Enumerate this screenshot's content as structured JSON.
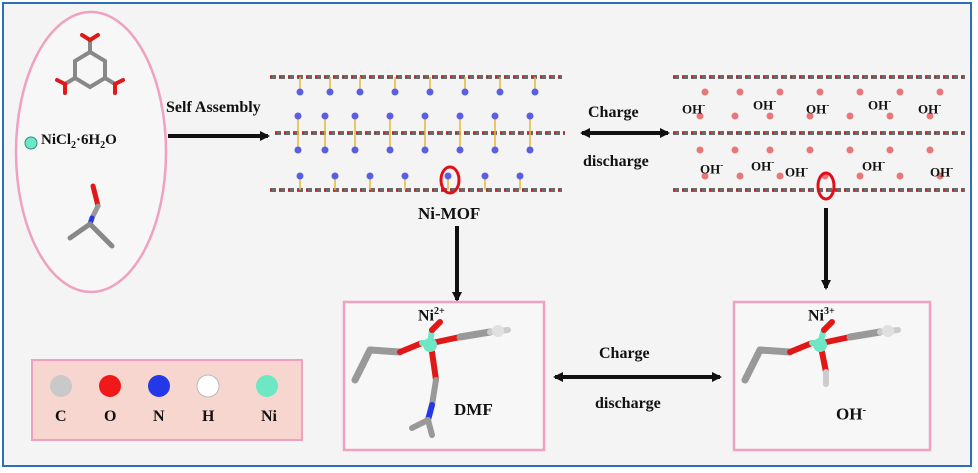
{
  "labels": {
    "reagent_salt": "NiCl",
    "reagent_salt_sub": "2",
    "reagent_salt_rest": "·6H",
    "reagent_salt_sub2": "2",
    "reagent_salt_end": "O",
    "self_assembly": "Self Assembly",
    "charge_top": "Charge",
    "discharge_top": "discharge",
    "ni_mof": "Ni-MOF",
    "charge_bottom": "Charge",
    "discharge_bottom": "discharge",
    "ni2_base": "Ni",
    "ni2_sup": "2+",
    "ni3_base": "Ni",
    "ni3_sup": "3+",
    "dmf": "DMF",
    "oh_bottom": "OH",
    "oh_bottom_sup": "-",
    "oh": "OH",
    "oh_sup": "-"
  },
  "legend": [
    {
      "symbol": "C",
      "color": "#c9c9c9"
    },
    {
      "symbol": "O",
      "color": "#f01818"
    },
    {
      "symbol": "N",
      "color": "#2538e8"
    },
    {
      "symbol": "H",
      "color": "#ffffff"
    },
    {
      "symbol": "Ni",
      "color": "#6ee8c4"
    }
  ],
  "colors": {
    "frame": "#2b6fb6",
    "pink_border": "#f0a0c0",
    "legend_bg": "#f7d6cf",
    "highlight": "#e0101a"
  }
}
